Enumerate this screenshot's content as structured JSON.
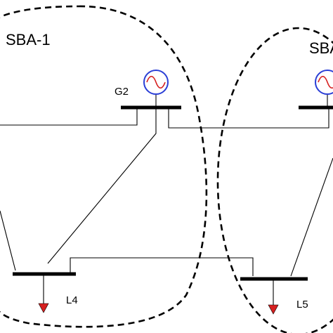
{
  "diagram": {
    "areas": [
      {
        "id": "sba-1",
        "label": "SBA-1"
      },
      {
        "id": "sba-2",
        "label": "SBA"
      }
    ],
    "generators": [
      {
        "id": "g2",
        "label": "G2"
      },
      {
        "id": "g3",
        "label": ""
      }
    ],
    "loads": [
      {
        "id": "l4",
        "label": "L4"
      },
      {
        "id": "l5",
        "label": "L5"
      }
    ],
    "colors": {
      "generator_ring": "#2b3fd6",
      "generator_wave": "#d62020",
      "load_arrow": "#d62020",
      "lines": "#000000"
    },
    "icons": {
      "generator": "ac-generator-icon",
      "load": "load-arrow-icon"
    }
  }
}
